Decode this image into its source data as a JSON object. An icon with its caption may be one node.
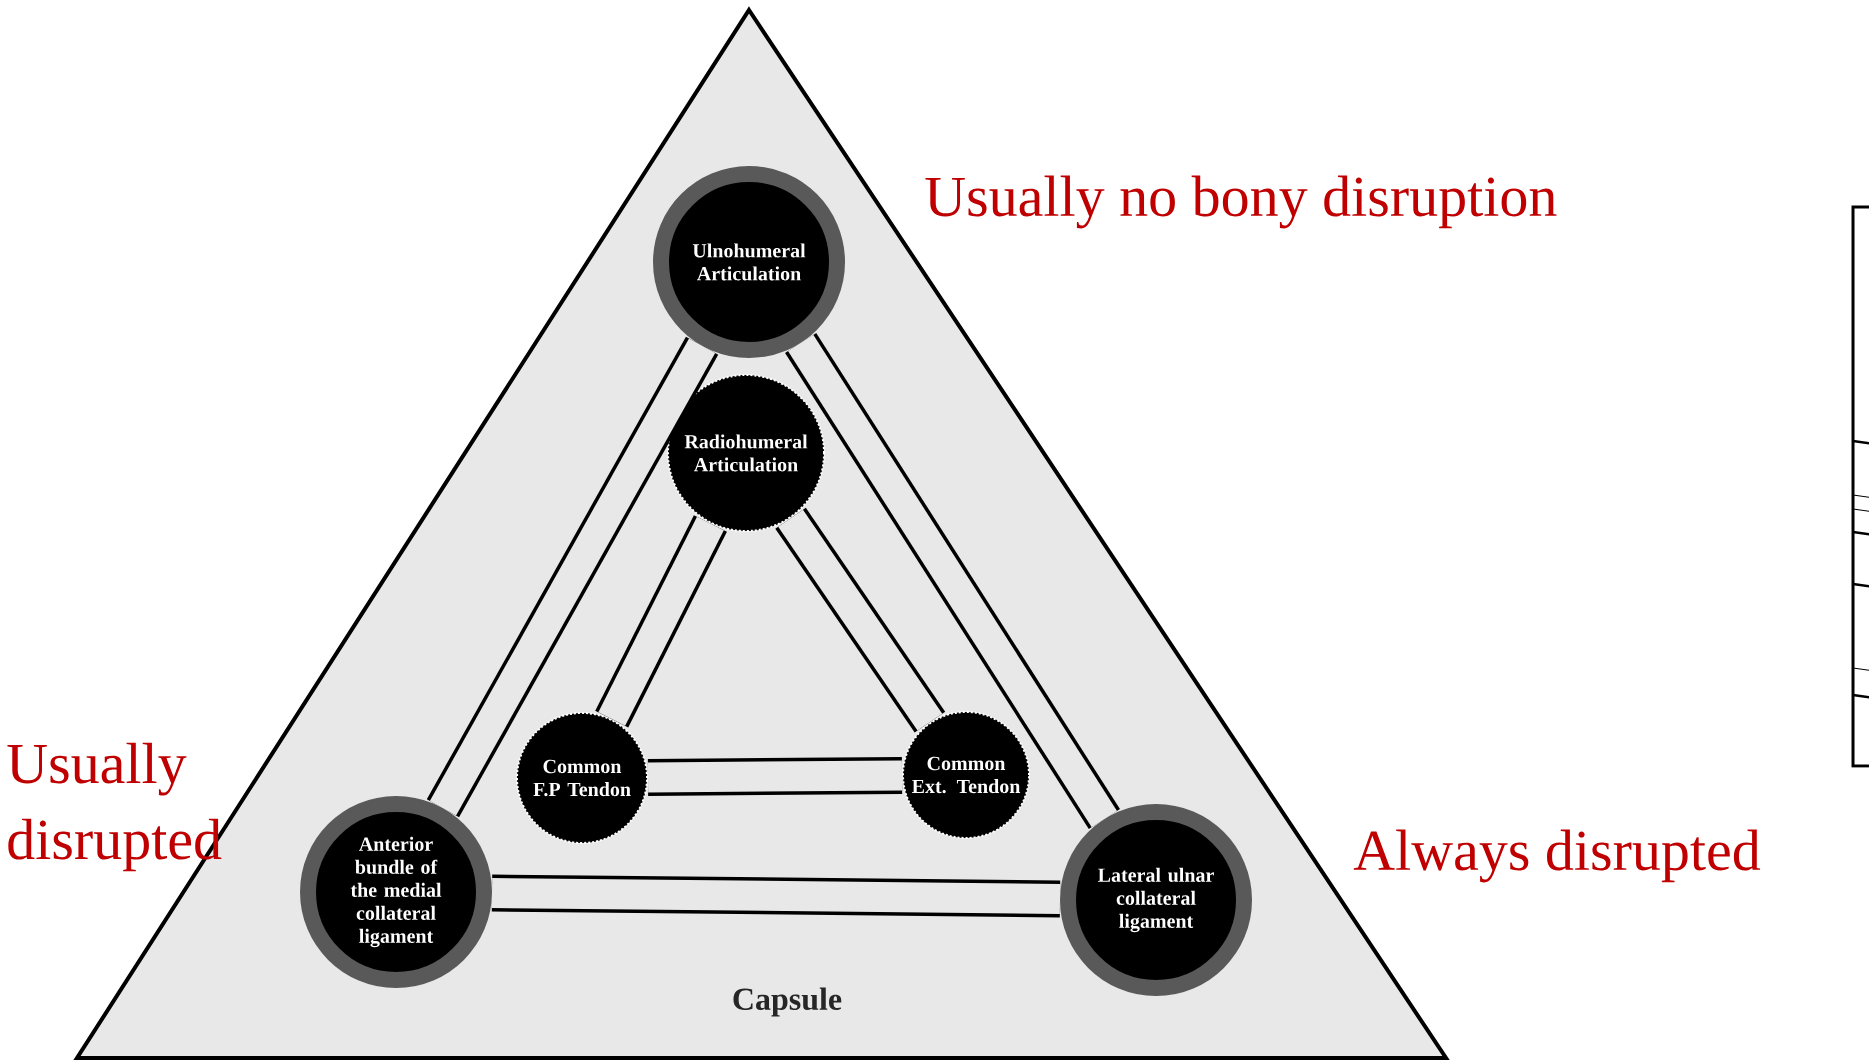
{
  "diagram": {
    "nodes": [
      {
        "text": [
          "Capsule"
        ]
      },
      {
        "text": [
          "Ulnohumeral Articulation"
        ],
        "in": 0
      },
      {
        "text": [
          "Radiohumeral Articulation"
        ],
        "in": 0
      },
      {
        "text": [
          "Common F.P Tendon"
        ],
        "in": 0
      },
      {
        "text": [
          "Common Ext. Tendon"
        ],
        "in": 0
      },
      {
        "text": [
          "Anterior bundle of the medial collateral ligament"
        ],
        "in": 0
      },
      {
        "text": [
          "Lateral ulnar collateral ligament"
        ],
        "in": 0
      }
    ],
    "edges": [
      {
        "from": 1,
        "to": 5,
        "arrow": "none"
      },
      {
        "from": 1,
        "to": 6,
        "arrow": "none"
      },
      {
        "from": 2,
        "to": 3,
        "arrow": "none"
      },
      {
        "from": 2,
        "to": 4,
        "arrow": "none"
      },
      {
        "from": 3,
        "to": 4,
        "arrow": "none"
      },
      {
        "from": 5,
        "to": 6,
        "arrow": "none"
      }
    ],
    "labels": [
      "Usually no bony disruption",
      "Usually disrupted",
      "Always disrupted"
    ]
  }
}
